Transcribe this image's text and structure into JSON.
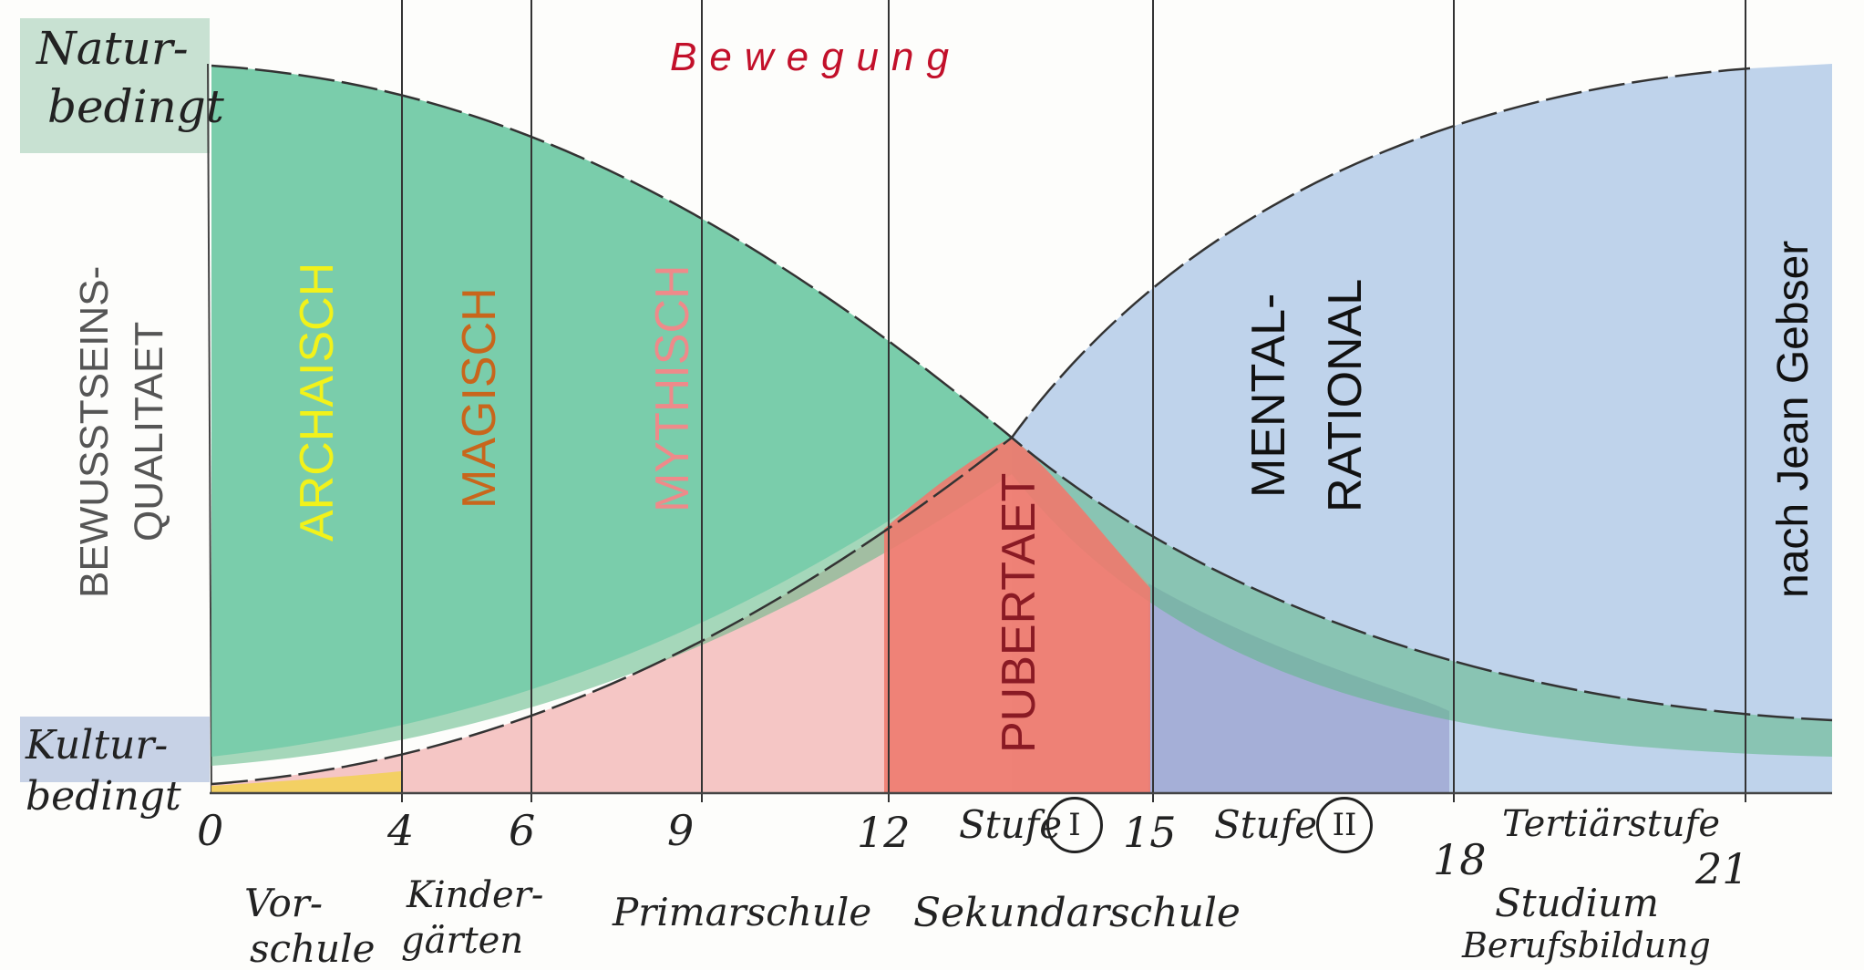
{
  "top_label": "Bewegung",
  "left_axis": {
    "top_label_line1": "Natur-",
    "top_label_line2": "bedingt",
    "bottom_label_line1": "Kultur-",
    "bottom_label_line2": "bedingt",
    "title_line1": "BEWUSSTSEINS-",
    "title_line2": "QUALITAET"
  },
  "phases": [
    {
      "label": "ARCHAISCH",
      "color": "#f2f21a"
    },
    {
      "label": "MAGISCH",
      "color": "#c8661c"
    },
    {
      "label": "MYTHISCH",
      "color": "#ee8a8a"
    },
    {
      "label": "PUBERTAET",
      "color": "#8a1a24"
    },
    {
      "label_line1": "MENTAL-",
      "label_line2": "RATIONAL",
      "color": "#111111"
    }
  ],
  "credit": "nach Jean Gebser",
  "age_ticks": [
    "0",
    "4",
    "6",
    "9",
    "12",
    "15",
    "18",
    "21"
  ],
  "stages": [
    {
      "word": "Stufe",
      "numeral": "I"
    },
    {
      "word": "Stufe",
      "numeral": "II"
    },
    {
      "word": "Tertiärstufe"
    }
  ],
  "schools": {
    "vorschule_line1": "Vor-",
    "vorschule_line2": "schule",
    "kindergarten_line1": "Kinder-",
    "kindergarten_line2": "gärten",
    "primarschule": "Primarschule",
    "sekundarschule": "Sekundarschule",
    "studium_line1": "Studium",
    "studium_line2": "Berufsbildung"
  },
  "colors": {
    "nature_green": "#5db885",
    "culture_blue": "#a9c4e6",
    "puberty_red": "#ee7a6e",
    "pink": "#f2b8b8",
    "purple": "#9aa0cf"
  }
}
